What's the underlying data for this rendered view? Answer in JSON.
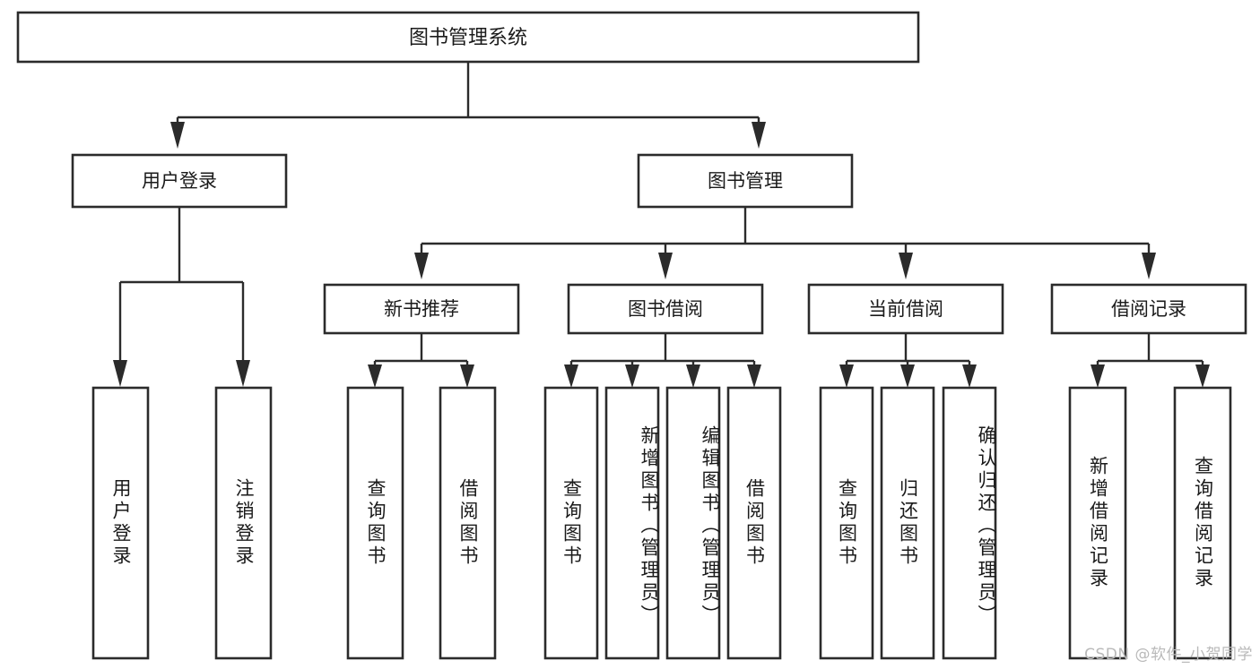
{
  "diagram": {
    "type": "tree-hierarchy-flowchart",
    "title": "图书管理系统",
    "root": {
      "id": "root",
      "label": "图书管理系统",
      "orientation": "horizontal"
    },
    "level2": [
      {
        "id": "user-login",
        "label": "用户登录",
        "orientation": "horizontal"
      },
      {
        "id": "book-management",
        "label": "图书管理",
        "orientation": "horizontal"
      }
    ],
    "level3": [
      {
        "id": "new-book-recommend",
        "label": "新书推荐",
        "parent": "book-management",
        "orientation": "horizontal"
      },
      {
        "id": "book-borrow",
        "label": "图书借阅",
        "parent": "book-management",
        "orientation": "horizontal"
      },
      {
        "id": "current-borrow",
        "label": "当前借阅",
        "parent": "book-management",
        "orientation": "horizontal"
      },
      {
        "id": "borrow-record",
        "label": "借阅记录",
        "parent": "book-management",
        "orientation": "horizontal"
      }
    ],
    "leaves": [
      {
        "id": "leaf-user-login",
        "label": "用户登录",
        "parent": "user-login",
        "orientation": "vertical"
      },
      {
        "id": "leaf-user-logout",
        "label": "注销登录",
        "parent": "user-login",
        "orientation": "vertical"
      },
      {
        "id": "leaf-query-book-1",
        "label": "查询图书",
        "parent": "new-book-recommend",
        "orientation": "vertical"
      },
      {
        "id": "leaf-borrow-book-1",
        "label": "借阅图书",
        "parent": "new-book-recommend",
        "orientation": "vertical"
      },
      {
        "id": "leaf-query-book-2",
        "label": "查询图书",
        "parent": "book-borrow",
        "orientation": "vertical"
      },
      {
        "id": "leaf-add-book",
        "label": "新增图书（管理员）",
        "parent": "book-borrow",
        "orientation": "vertical"
      },
      {
        "id": "leaf-edit-book",
        "label": "编辑图书（管理员）",
        "parent": "book-borrow",
        "orientation": "vertical"
      },
      {
        "id": "leaf-borrow-book-2",
        "label": "借阅图书",
        "parent": "book-borrow",
        "orientation": "vertical"
      },
      {
        "id": "leaf-query-book-3",
        "label": "查询图书",
        "parent": "current-borrow",
        "orientation": "vertical"
      },
      {
        "id": "leaf-return-book",
        "label": "归还图书",
        "parent": "current-borrow",
        "orientation": "vertical"
      },
      {
        "id": "leaf-confirm-return",
        "label": "确认归还（管理员）",
        "parent": "current-borrow",
        "orientation": "vertical"
      },
      {
        "id": "leaf-add-record",
        "label": "新增借阅记录",
        "parent": "borrow-record",
        "orientation": "vertical"
      },
      {
        "id": "leaf-query-record",
        "label": "查询借阅记录",
        "parent": "borrow-record",
        "orientation": "vertical"
      }
    ]
  },
  "watermark": {
    "text": "CSDN @软件_小贺同学"
  },
  "colors": {
    "stroke": "#2b2b2b",
    "fill": "#ffffff",
    "text": "#1a1a1a",
    "watermark": "#b9b9b9"
  }
}
